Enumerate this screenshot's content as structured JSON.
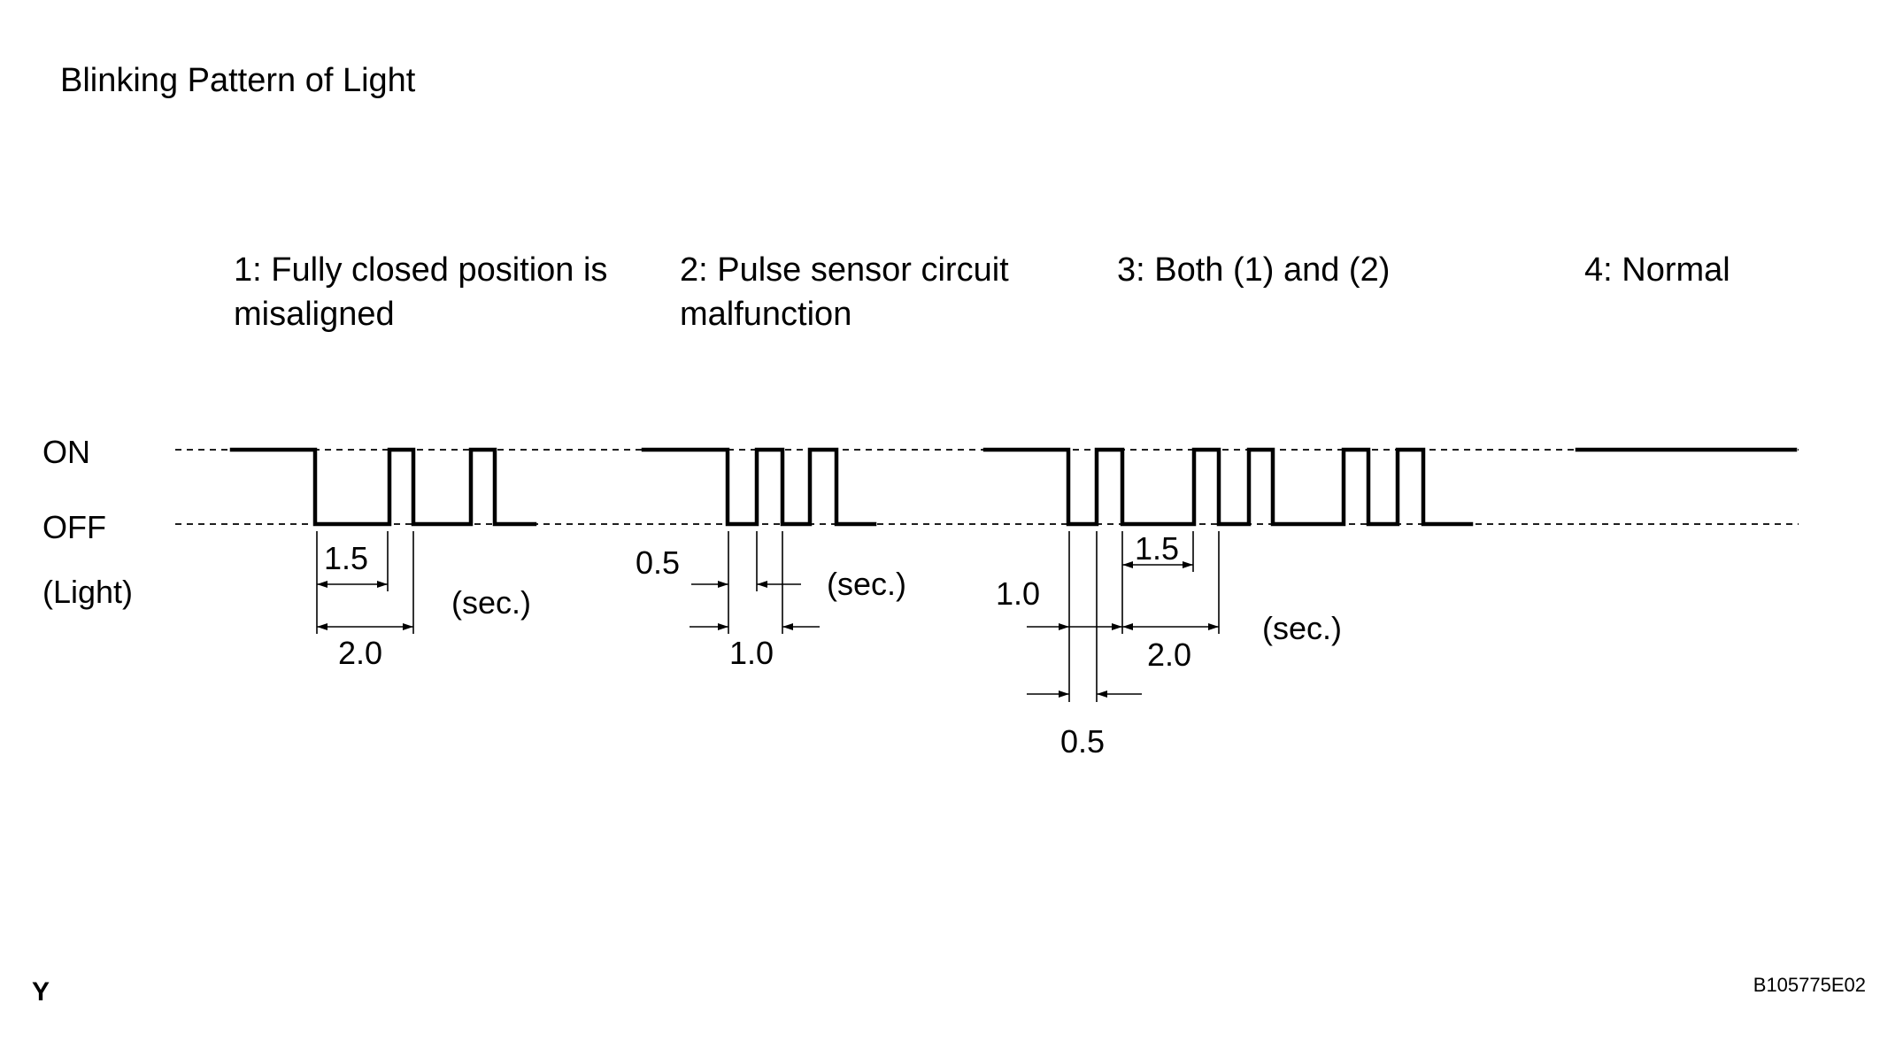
{
  "title": "Blinking Pattern of Light",
  "levels": {
    "on": "ON",
    "off": "OFF",
    "light": "(Light)"
  },
  "patterns": [
    {
      "id": 1,
      "caption_line1": "1: Fully closed position is",
      "caption_line2": "misaligned",
      "dimensions": [
        "1.5",
        "2.0"
      ],
      "unit": "(sec.)"
    },
    {
      "id": 2,
      "caption_line1": "2: Pulse sensor circuit",
      "caption_line2": "malfunction",
      "dimensions": [
        "0.5",
        "1.0"
      ],
      "unit": "(sec.)"
    },
    {
      "id": 3,
      "caption_line1": "3: Both (1) and (2)",
      "caption_line2": "",
      "dimensions": [
        "1.5",
        "1.0",
        "2.0",
        "0.5"
      ],
      "unit": "(sec.)"
    },
    {
      "id": 4,
      "caption_line1": "4: Normal",
      "caption_line2": ""
    }
  ],
  "corner_mark": "Y",
  "figure_code": "B105775E02"
}
